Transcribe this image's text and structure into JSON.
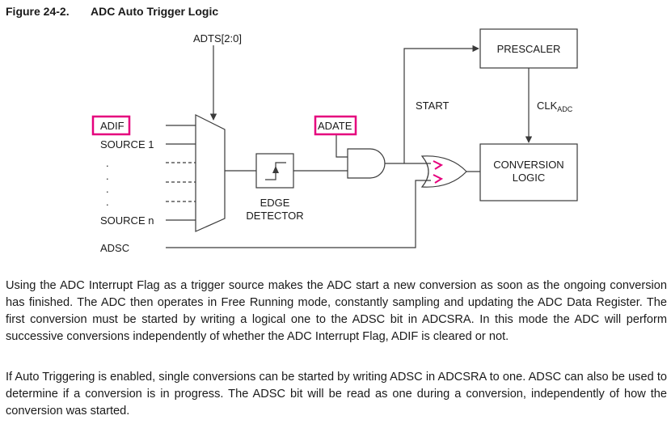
{
  "figure": {
    "number": "Figure 24-2.",
    "title": "ADC Auto Trigger Logic"
  },
  "diagram": {
    "adts_label": "ADTS[2:0]",
    "adif_label": "ADIF",
    "source1_label": "SOURCE 1",
    "sourcen_label": "SOURCE n",
    "adsc_label": "ADSC",
    "adate_label": "ADATE",
    "start_label": "START",
    "prescaler_label": "PRESCALER",
    "clk_label": "CLK",
    "clk_subscript": "ADC",
    "conversion_line1": "CONVERSION",
    "conversion_line2": "LOGIC",
    "edge_line1": "EDGE",
    "edge_line2": "DETECTOR",
    "dots": ".",
    "highlight_color": "#e5007d",
    "line_color": "#3a3a3a"
  },
  "paragraphs": [
    "Using the ADC Interrupt Flag as a trigger source makes the ADC start a new conversion as soon as the ongoing conversion has finished. The ADC then operates in Free Running mode, constantly sampling and updating the ADC Data Register. The first conversion must be started by writing a logical one to the ADSC bit in ADCSRA. In this mode the ADC will perform successive conversions independently of whether the ADC Interrupt Flag, ADIF is cleared or not.",
    "If Auto Triggering is enabled, single conversions can be started by writing ADSC in ADCSRA to one. ADSC can also be used to determine if a conversion is in progress. The ADSC bit will be read as one during a conversion, independently of how the conversion was started."
  ]
}
